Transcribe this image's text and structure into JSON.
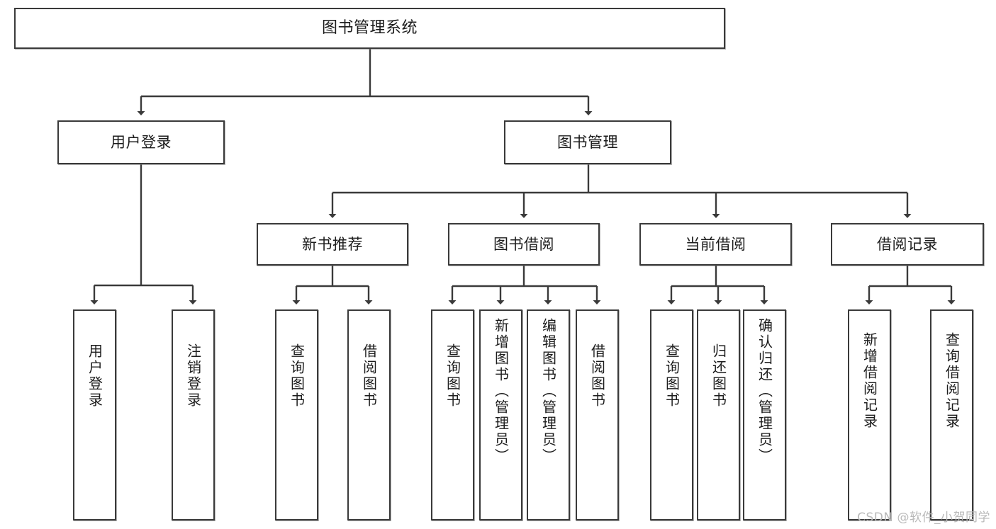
{
  "diagram": {
    "title": "图书管理系统",
    "type": "tree",
    "watermark": "CSDN @软件_小贺同学",
    "colors": {
      "box_border": "#3a3a3a",
      "box_fill": "#ffffff",
      "edge": "#3a3a3a",
      "text": "#1c1c1c",
      "watermark": "#b9b9b9"
    },
    "levels": {
      "root": {
        "label": "图书管理系统"
      },
      "modules": [
        {
          "id": "user-login",
          "label": "用户登录"
        },
        {
          "id": "book-management",
          "label": "图书管理"
        }
      ],
      "submodules": [
        {
          "id": "new-book-recommend",
          "label": "新书推荐",
          "parent": "book-management"
        },
        {
          "id": "book-borrow",
          "label": "图书借阅",
          "parent": "book-management"
        },
        {
          "id": "current-borrow",
          "label": "当前借阅",
          "parent": "book-management"
        },
        {
          "id": "borrow-record",
          "label": "借阅记录",
          "parent": "book-management"
        }
      ],
      "leaves": [
        {
          "id": "leaf-user-login",
          "label": "用户登录",
          "parent": "user-login"
        },
        {
          "id": "leaf-logout",
          "label": "注销登录",
          "parent": "user-login"
        },
        {
          "id": "leaf-query-book-1",
          "label": "查询图书",
          "parent": "new-book-recommend"
        },
        {
          "id": "leaf-borrow-book-1",
          "label": "借阅图书",
          "parent": "new-book-recommend"
        },
        {
          "id": "leaf-query-book-2",
          "label": "查询图书",
          "parent": "book-borrow"
        },
        {
          "id": "leaf-add-book",
          "label": "新增图书（管理员）",
          "parent": "book-borrow"
        },
        {
          "id": "leaf-edit-book",
          "label": "编辑图书（管理员）",
          "parent": "book-borrow"
        },
        {
          "id": "leaf-borrow-book-2",
          "label": "借阅图书",
          "parent": "book-borrow"
        },
        {
          "id": "leaf-query-book-3",
          "label": "查询图书",
          "parent": "current-borrow"
        },
        {
          "id": "leaf-return-book",
          "label": "归还图书",
          "parent": "current-borrow"
        },
        {
          "id": "leaf-confirm-return",
          "label": "确认归还（管理员）",
          "parent": "current-borrow"
        },
        {
          "id": "leaf-add-record",
          "label": "新增借阅记录",
          "parent": "borrow-record"
        },
        {
          "id": "leaf-query-record",
          "label": "查询借阅记录",
          "parent": "borrow-record"
        }
      ]
    }
  }
}
